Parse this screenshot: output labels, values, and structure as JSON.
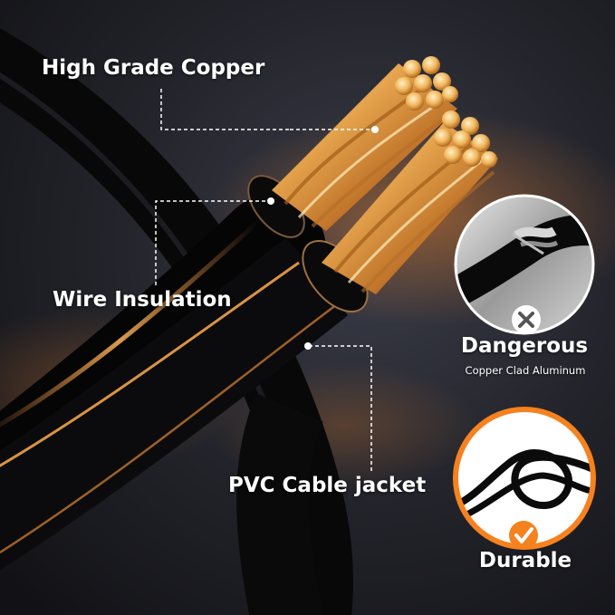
{
  "labels": {
    "copper": "High Grade Copper",
    "insulation": "Wire Insulation",
    "jacket": "PVC Cable jacket"
  },
  "badges": {
    "bad": {
      "title": "Dangerous",
      "subtitle": "Copper Clad Aluminum",
      "mark": "x-icon"
    },
    "good": {
      "title": "Durable",
      "mark": "check-icon"
    }
  },
  "colors": {
    "accent_orange": "#f5821f",
    "copper": "#d4903a",
    "cable_black": "#0c0c0e"
  }
}
